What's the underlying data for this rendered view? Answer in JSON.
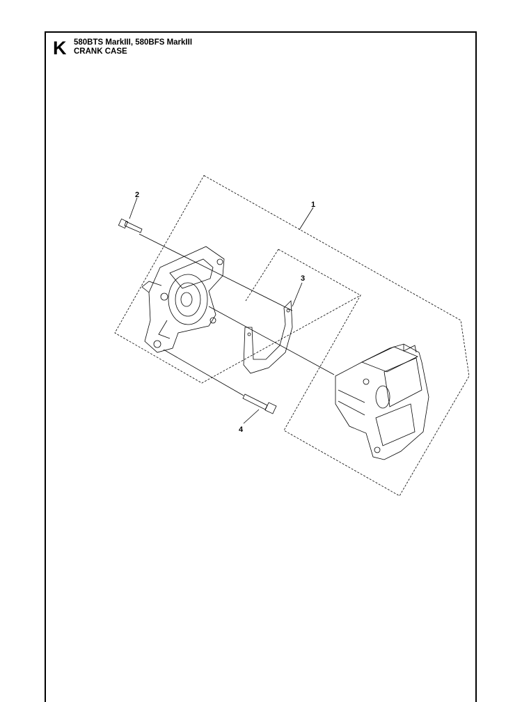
{
  "header": {
    "section_letter": "K",
    "models": "580BTS MarkIII, 580BFS MarkIII",
    "group": "CRANK CASE"
  },
  "callouts": [
    {
      "id": "crankcase-assembly",
      "label": "1"
    },
    {
      "id": "screw",
      "label": "2"
    },
    {
      "id": "gasket",
      "label": "3"
    },
    {
      "id": "bolt",
      "label": "4"
    }
  ]
}
